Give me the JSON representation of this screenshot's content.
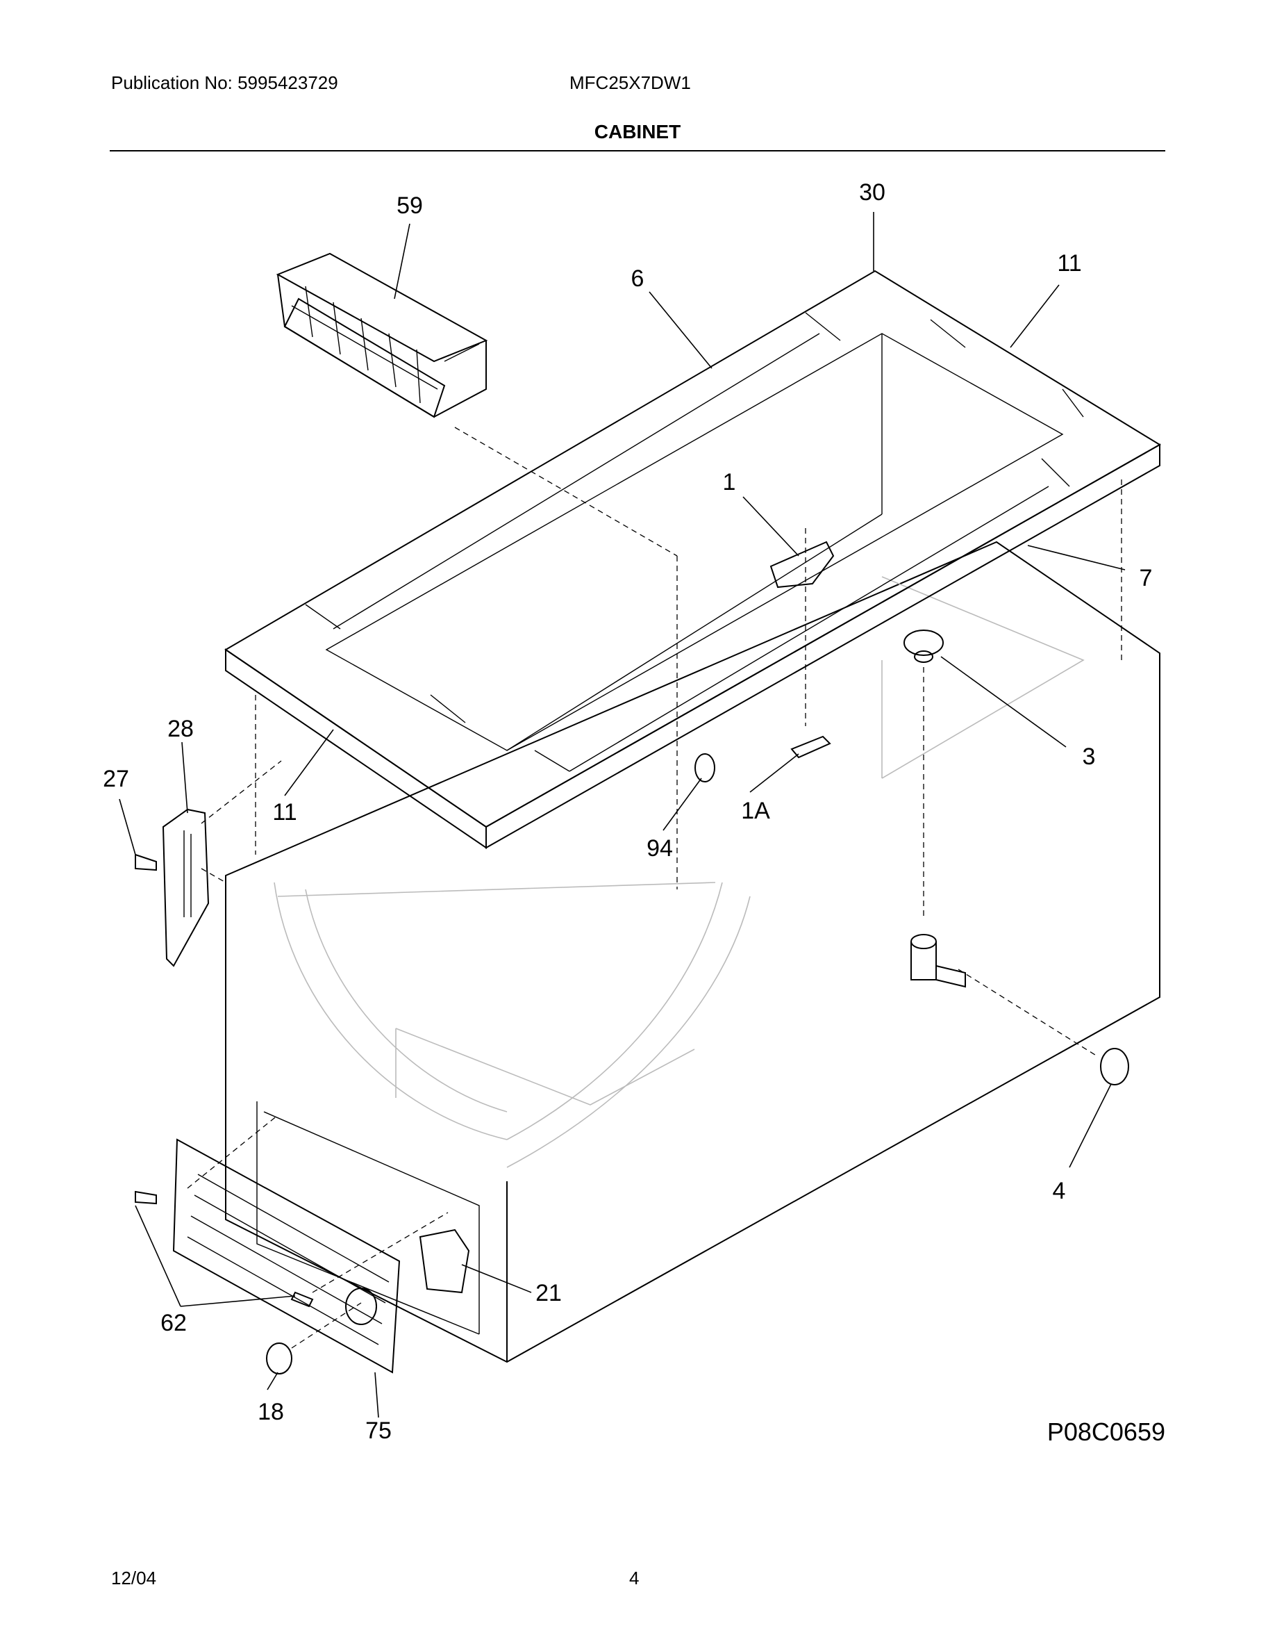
{
  "header": {
    "publication": "Publication No: 5995423729",
    "model": "MFC25X7DW1",
    "section_title": "CABINET"
  },
  "diagram": {
    "callouts": {
      "c59": "59",
      "c30": "30",
      "c6": "6",
      "c11a": "11",
      "c1": "1",
      "c7": "7",
      "c3": "3",
      "c28": "28",
      "c27": "27",
      "c11b": "11",
      "c94": "94",
      "c1a": "1A",
      "c4": "4",
      "c21": "21",
      "c62": "62",
      "c18": "18",
      "c75": "75"
    },
    "figure_id": "P08C0659"
  },
  "footer": {
    "date": "12/04",
    "page": "4"
  }
}
